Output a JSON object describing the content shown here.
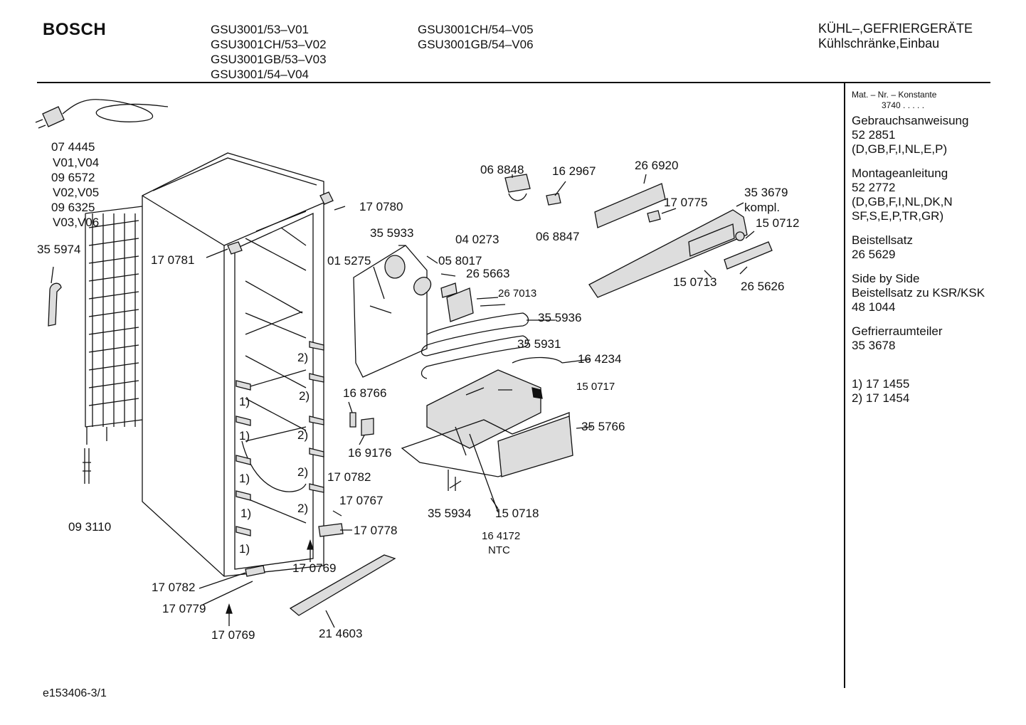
{
  "header": {
    "brand": "BOSCH",
    "models_col1": [
      "GSU3001/53–V01",
      "GSU3001CH/53–V02",
      "GSU3001GB/53–V03",
      "GSU3001/54–V04"
    ],
    "models_col2": [
      "GSU3001CH/54–V05",
      "GSU3001GB/54–V06"
    ],
    "category_line1": "KÜHL–,GEFRIERGERÄTE",
    "category_line2": "Kühlschränke,Einbau"
  },
  "sidebar": {
    "mat_label": "Mat. – Nr. – Konstante",
    "mat_value": "3740  .  .  .  .  .",
    "groups": [
      {
        "lines": [
          "Gebrauchsanweisung",
          "52 2851",
          "(D,GB,F,I,NL,E,P)"
        ]
      },
      {
        "lines": [
          "Montageanleitung",
          "52 2772",
          "(D,GB,F,I,NL,DK,N",
          "SF,S,E,P,TR,GR)"
        ]
      },
      {
        "lines": [
          "Beistellsatz",
          "26 5629"
        ]
      },
      {
        "lines": [
          "Side by Side",
          "Beistellsatz zu KSR/KSK",
          "48 1044"
        ]
      },
      {
        "lines": [
          "Gefrierraumteiler",
          "35 3678"
        ]
      },
      {
        "lines": [
          "",
          "1) 17 1455",
          "2) 17 1454"
        ]
      }
    ]
  },
  "parts": [
    "07 4445",
    "V01,V04",
    "09 6572",
    "V02,V05",
    "09 6325",
    "V03,V06",
    "35 5974",
    "09 3110",
    "17 0781",
    "17 0780",
    "17 0782",
    "17 0779",
    "17 0769",
    "21 4603",
    "17 0782",
    "17 0767",
    "17 0778",
    "17 0769",
    "35 5933",
    "01 5275",
    "05 8017",
    "26 5663",
    "26  7013",
    "06 8848",
    "16 2967",
    "04 0273",
    "06 8847",
    "26 6920",
    "17 0775",
    "35 3679",
    "kompl.",
    "15 0712",
    "15  0713",
    "26 5626",
    "35 5936",
    "35 5931",
    "16 4234",
    "15  0717",
    "16 8766",
    "16 9176",
    "35 5766",
    "35 5934",
    "15  0718",
    "16 4172",
    "NTC"
  ],
  "callouts": [
    "2)",
    "2)",
    "2)",
    "2)",
    "2)",
    "1)",
    "1)",
    "1)",
    "1)",
    "1)"
  ],
  "footer": {
    "doc_id": "e153406-3/1"
  }
}
